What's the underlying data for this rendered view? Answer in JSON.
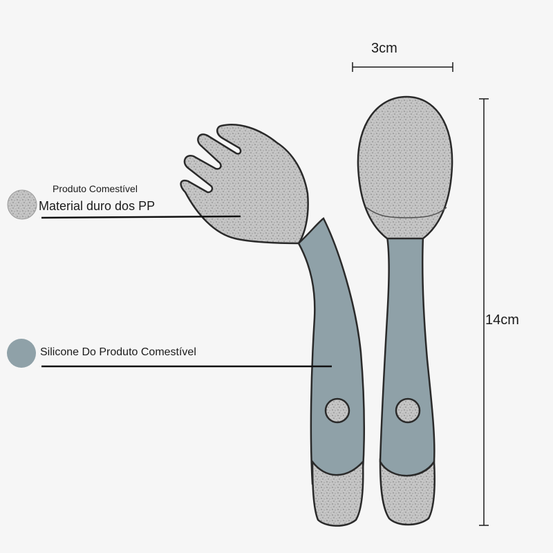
{
  "legend": {
    "pp_small": "Produto Comestível",
    "pp_main": "Material duro dos PP",
    "silicone": "Silicone Do Produto Comestível"
  },
  "dimensions": {
    "width": "3cm",
    "height": "14cm"
  },
  "colors": {
    "background": "#f6f6f6",
    "silicone": "#8fa1a8",
    "pp": "#bdbdbd",
    "outline": "#2a2a2a"
  }
}
